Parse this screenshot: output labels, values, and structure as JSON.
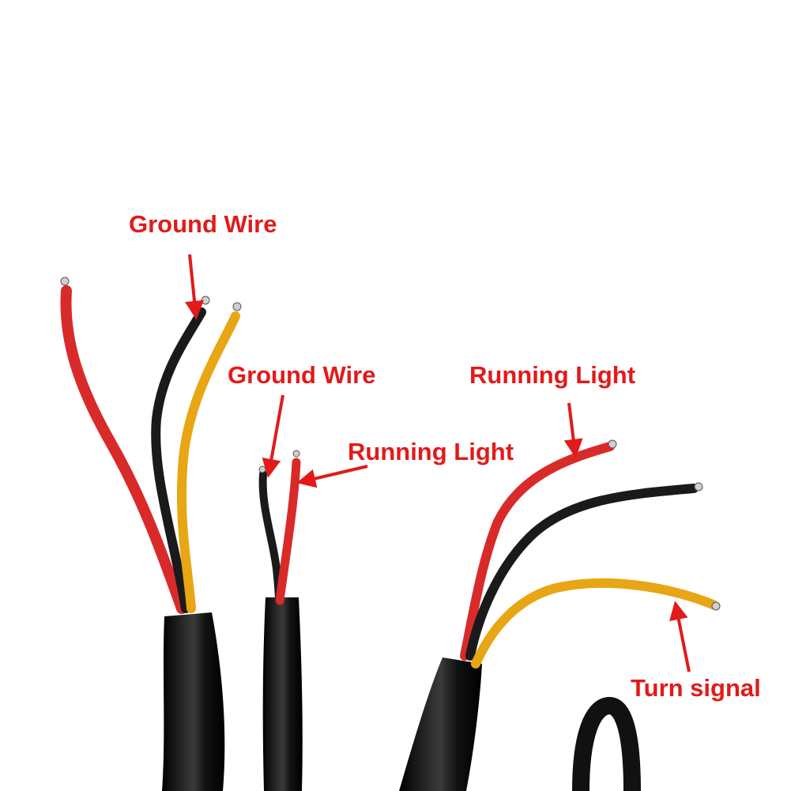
{
  "labels": {
    "ground_wire_left": "Ground Wire",
    "ground_wire_middle": "Ground Wire",
    "running_light_middle": "Running Light",
    "running_light_right": "Running Light",
    "turn_signal": "Turn signal"
  },
  "colors": {
    "label_text": "#e21a1a",
    "arrow": "#e21a1a",
    "wire_red": "#d92a2a",
    "wire_black": "#1a1a1a",
    "wire_yellow": "#e8a514",
    "sheath": "#0d0d0d",
    "background": "#ffffff"
  }
}
